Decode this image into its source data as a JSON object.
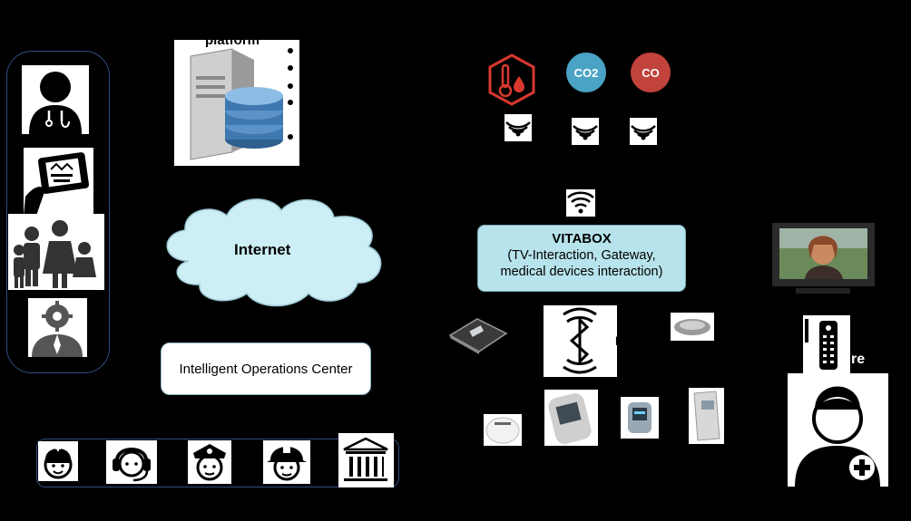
{
  "platform": {
    "label": "platform"
  },
  "internet": {
    "label": "Internet"
  },
  "ioc": {
    "label": "Intelligent Operations Center"
  },
  "vitabox": {
    "title": "VITABOX",
    "line1": "(TV-Interaction, Gateway,",
    "line2": "medical devices interaction)"
  },
  "sensors": {
    "co2": "CO2",
    "co": "CO"
  },
  "partial_labels": {
    "bluetooth_suffix": "B",
    "remote_suffix": "re"
  },
  "colors": {
    "background": "#000000",
    "cloud": "#cdeef5",
    "vitabox": "#b7e3ec",
    "vitabox_border": "#7aaab5",
    "ioc_border": "#8fb8c2",
    "co2": "#4aa3c4",
    "co": "#c1433c",
    "temp_sensor": "#d8392f",
    "left_panel_border": "#2f4f7f"
  },
  "icons": {
    "left_column": [
      "doctor-icon",
      "tablet-chart-icon",
      "family-icon",
      "technician-icon"
    ],
    "services": [
      "nurse-icon",
      "call-center-icon",
      "police-icon",
      "firefighter-icon",
      "institution-icon"
    ],
    "devices": [
      "scale-icon",
      "bluetooth-icon",
      "wristband-icon",
      "thermometer-patch-icon",
      "glucometer-icon",
      "pulse-oximeter-icon",
      "blood-pressure-icon",
      "tv-icon",
      "remote-control-icon",
      "caregiver-icon"
    ]
  }
}
